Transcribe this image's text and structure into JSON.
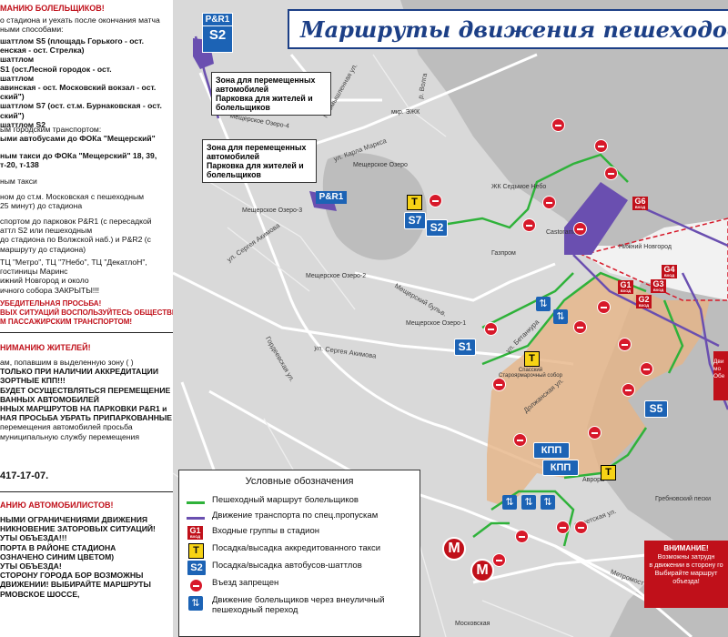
{
  "title": "Маршруты движения пешеходов на ста",
  "left_panel": {
    "header1": "МАНИЮ БОЛЕЛЬЩИКОВ!",
    "intro": [
      "о стадиона и уехать после окончания матча",
      "ными способами:"
    ],
    "shuttles": [
      "шаттлом S5 (площадь Горького - ост.",
      "енская - ост. Стрелка)",
      "шаттлом",
      "S1 (ост.Лесной городок - ост.",
      "шаттлом",
      "авинская - ост. Московский вокзал - ост.",
      "ский\")",
      "шаттлом S7 (ост. ст.м. Бурнаковская - ост.",
      "ский\")",
      "шаттлом S2"
    ],
    "public_transport": [
      "ым городским транспортом:",
      "ыми автобусами до ФОКа \"Мещерский\""
    ],
    "taxi": [
      "ным такси до ФОКа \"Мещерский\" 18, 39,",
      "т-20, т-138"
    ],
    "private_taxi": "ным такси",
    "metro_walk": [
      "ном до ст.м. Московская с пешеходным",
      "25 минут) до стадиона"
    ],
    "park_ride": [
      "спортом до парковок P&R1 (с пересадкой",
      "аттл S2 или пешеходным",
      "до стадиона по Волжской наб.) и P&R2 (с",
      "маршруту до стадиона)"
    ],
    "malls": [
      "ТЦ \"Метро\", ТЦ \"7Небо\", ТЦ \"ДекатлоН\",",
      "гостиницы Маринс",
      "ижний Новгород и около",
      "ичного собора ЗАКРЫТЫ!!!"
    ],
    "request": [
      "УБЕДИТЕЛЬНАЯ ПРОСЬБА!",
      "ВЫХ СИТУАЦИЙ ВОСПОЛЬЗУЙТЕСЬ ОБЩЕСТВЕННЫМ",
      "М ПАССАЖИРСКИМ ТРАНСПОРТОМ!"
    ],
    "header2": "НИМАНИЮ ЖИТЕЛЕЙ!",
    "residents": [
      "ам, попавшим в выделенную зону ( )",
      "ТОЛЬКО ПРИ НАЛИЧИИ АККРЕДИТАЦИИ",
      "ЗОРТНЫЕ КПП!!!",
      "",
      "БУДЕТ ОСУЩЕСТВЛЯТЬСЯ ПЕРЕМЕЩЕНИЕ",
      "ВАННЫХ АВТОМОБИЛЕЙ",
      "ННЫХ МАРШРУТОВ НА ПАРКОВКИ P&R1 и",
      "",
      "НАЯ ПРОСЬБА УБРАТЬ ПРИПАРКОВАННЫЕ",
      "",
      "перемещения автомобилей просьба",
      "муниципальную службу перемещения"
    ],
    "phone": "417-17-07.",
    "header3": "АНИЮ АВТОМОБИЛИСТОВ!",
    "drivers": [
      "НЫМИ ОГРАНИЧЕНИЯМИ ДВИЖЕНИЯ",
      "НИКНОВЕНИЕ ЗАТОРОВЫХ СИТУАЦИЙ!",
      "УТЫ ОБЪЕЗДА!!!",
      "",
      "ПОРТА В РАЙОНЕ СТАДИОНА",
      "ОЗНАЧЕНО СИНИМ ЦВЕТОМ)",
      "УТЫ ОБЪЕЗДА!",
      "",
      "СТОРОНУ ГОРОДА БОР ВОЗМОЖНЫ",
      "ДВИЖЕНИИ! ВЫБИРАЙТЕ МАРШРУТЫ",
      "РМОВСКОЕ ШОССЕ,"
    ]
  },
  "callouts": {
    "zone1": [
      "Зона для перемещенных",
      "автомобилей",
      "Парковка для жителей и",
      "болельщиков"
    ],
    "zone2": [
      "Зона для перемещенных",
      "автомобилей",
      "Парковка для жителей и",
      "болельщиков"
    ]
  },
  "badges": {
    "pr1_top": "P&R1",
    "s2_top": "S2",
    "pr1_mid": "P&R1",
    "s7": "S7",
    "s2_mid": "S2",
    "s1": "S1",
    "s5": "S5",
    "kpp1": "КПП",
    "kpp2": "КПП",
    "taxi": "T",
    "metro": "M",
    "g1": "G1",
    "g2": "G2",
    "g3": "G3",
    "g4": "G4",
    "g6": "G6",
    "gate_sub": "ВХОД"
  },
  "map_labels": {
    "oz4": "Мещерское Озеро-4",
    "oz3": "Мещерское Озеро-3",
    "oz2": "Мещерское Озеро-2",
    "oz1": "Мещерское Озеро-1",
    "mesh": "Мещерское Озеро",
    "ezh": "мкр. ЭЖК",
    "zhk": "ЖК Седьмое Небо",
    "nn": "Нижний Новгород",
    "prom": "Промышленная ул.",
    "karla": "ул. Карла Маркса",
    "volga": "р. Волга",
    "akim1": "ул. Сергея Акимова",
    "akim2": "ул. Сергея Акимова",
    "meshb": "Мещерский бульв.",
    "gordeev": "Гордеевская ул.",
    "betank": "ул. Бетанкура",
    "dolzh": "Должанская ул.",
    "sobor": "Спасский Староярмарочный собор",
    "metro_st": "Московская",
    "avrora": "Аврора",
    "sovet": "Советская ул.",
    "grebn": "Гребновский пески",
    "metromost": "Метромост",
    "gazprom": "Газпром",
    "castorama": "Castorama"
  },
  "legend": {
    "title": "Условные обозначения",
    "items": [
      "Пешеходный маршрут болельщиков",
      "Движение транспорта по спец.пропускам",
      "Входные группы в стадион",
      "Посадка/высадка аккредитованного такси",
      "Посадка/высадка автобусов-шаттлов",
      "Въезд запрещен",
      "Движение болельщиков через внеуличный пешеходный переход"
    ],
    "sym_g1": "G1",
    "sym_t": "T",
    "sym_s2": "S2"
  },
  "warning": {
    "head": "ВНИМАНИЕ!",
    "text": [
      "Возможны затрудн",
      "в движении в сторону го",
      "Выбирайте маршрут",
      "объезда!"
    ]
  },
  "right_red": [
    "Дви",
    "мо",
    "Обе"
  ],
  "colors": {
    "accent_blue": "#1c63b5",
    "title_blue": "#1c3f86",
    "red": "#c0101a",
    "green_route": "#2fb23a",
    "purple_route": "#6a4fb0",
    "zone_fill": "#e6b486"
  }
}
